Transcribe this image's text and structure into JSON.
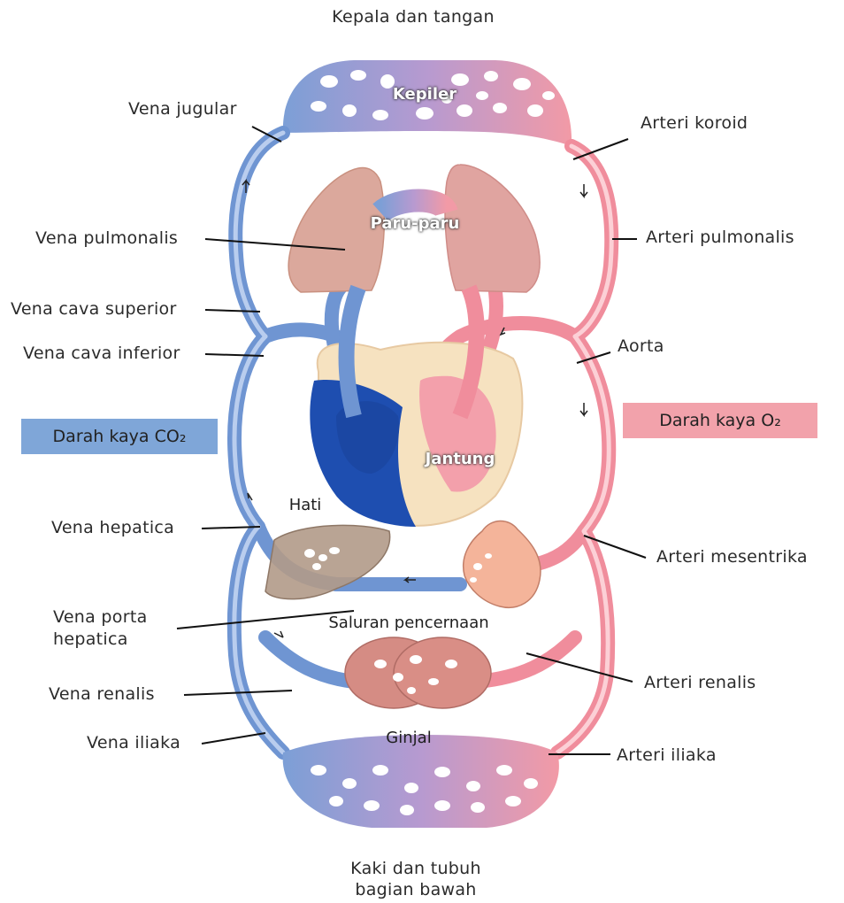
{
  "region_labels": {
    "top": "Kepala dan tangan",
    "bottom_line1": "Kaki dan tubuh",
    "bottom_line2": "bagian bawah"
  },
  "organs": {
    "capillary": "Kepiler",
    "lungs": "Paru-paru",
    "heart": "Jantung",
    "liver": "Hati",
    "digestive": "Saluran pencernaan",
    "kidney": "Ginjal"
  },
  "left_labels": {
    "vena_jugular": "Vena jugular",
    "vena_pulmonalis": "Vena pulmonalis",
    "vena_cava_superior": "Vena cava superior",
    "vena_cava_inferior": "Vena cava inferior",
    "vena_hepatica": "Vena hepatica",
    "vena_porta_line1": "Vena porta",
    "vena_porta_line2": "hepatica",
    "vena_renalis": "Vena renalis",
    "vena_iliaka": "Vena iliaka"
  },
  "right_labels": {
    "arteri_koroid": "Arteri koroid",
    "arteri_pulmonalis": "Arteri pulmonalis",
    "aorta": "Aorta",
    "arteri_mesentrika": "Arteri mesentrika",
    "arteri_renalis": "Arteri renalis",
    "arteri_iliaka": "Arteri iliaka"
  },
  "legend": {
    "co2": "Darah kaya CO₂",
    "o2": "Darah kaya O₂"
  },
  "colors": {
    "vein": "#7c9fd6",
    "vein_dark": "#2f5fb0",
    "artery": "#f29aa6",
    "artery_dark": "#d9506a",
    "lung": "#d9a79b",
    "heart_outer": "#f6e3c2",
    "heart_blue": "#1d4fb3",
    "liver": "#b09a8a",
    "kidney": "#d48b84",
    "stomach": "#f2b59c"
  }
}
